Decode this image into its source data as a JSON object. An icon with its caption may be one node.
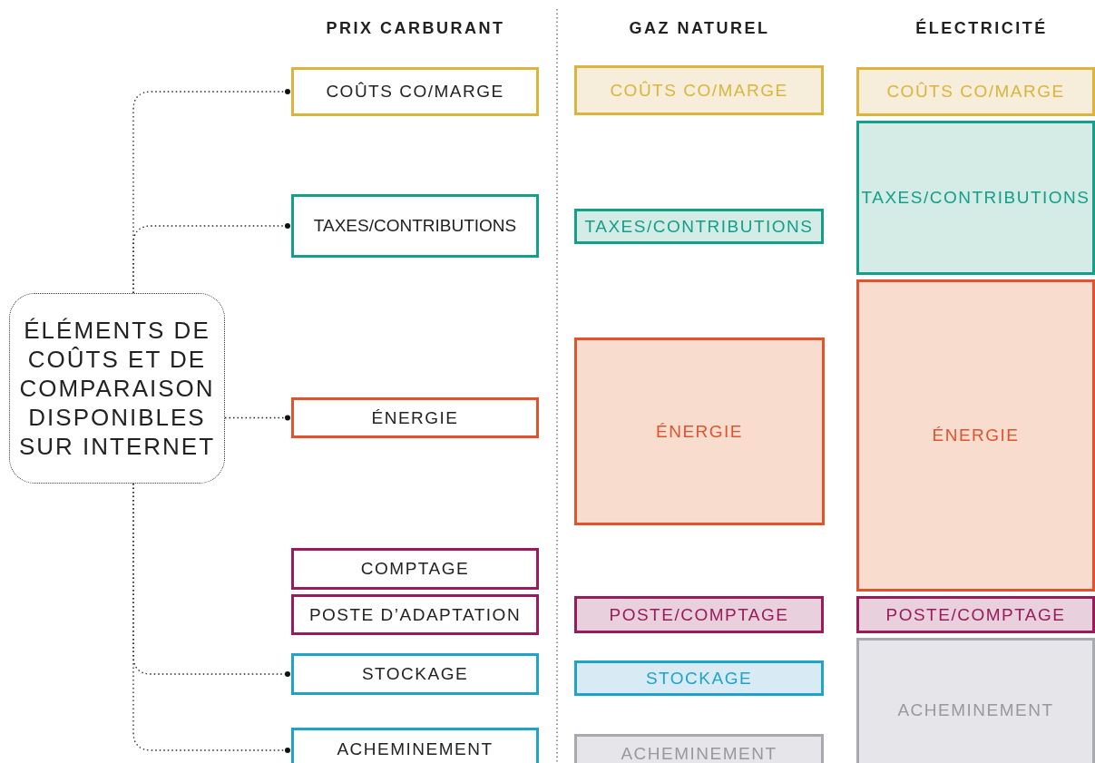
{
  "diagram": {
    "nodes": [
      {
        "text": [
          "ÉLÉMENTS DE COÛTS ET DE COMPARAISON DISPONIBLES SUR INTERNET"
        ]
      },
      {
        "text": [
          "COÛTS CO/MARGE"
        ]
      },
      {
        "text": [
          "TAXES/CONTRIBUTIONS"
        ]
      },
      {
        "text": [
          "ÉNERGIE"
        ]
      },
      {
        "text": [
          "COMPTAGE"
        ]
      },
      {
        "text": [
          "POSTE D’ADAPTATION"
        ]
      },
      {
        "text": [
          "STOCKAGE"
        ]
      },
      {
        "text": [
          "ACHEMINEMENT"
        ]
      },
      {
        "text": [
          "COÛTS CO/MARGE"
        ]
      },
      {
        "text": [
          "TAXES/CONTRIBUTIONS"
        ]
      },
      {
        "text": [
          "ÉNERGIE"
        ]
      },
      {
        "text": [
          "POSTE/COMPTAGE"
        ]
      },
      {
        "text": [
          "STOCKAGE"
        ]
      },
      {
        "text": [
          "ACHEMINEMENT"
        ]
      },
      {
        "text": [
          "COÛTS CO/MARGE"
        ]
      },
      {
        "text": [
          "TAXES/CONTRIBUTIONS"
        ]
      },
      {
        "text": [
          "ÉNERGIE"
        ]
      },
      {
        "text": [
          "POSTE/COMPTAGE"
        ]
      },
      {
        "text": [
          "ACHEMINEMENT"
        ]
      }
    ],
    "edges": [
      {
        "from": 0,
        "to": 1,
        "arrow": "other"
      },
      {
        "from": 0,
        "to": 2,
        "arrow": "other"
      },
      {
        "from": 0,
        "to": 3,
        "arrow": "other"
      },
      {
        "from": 0,
        "to": 6,
        "arrow": "other"
      },
      {
        "from": 0,
        "to": 7,
        "arrow": "other"
      }
    ],
    "labels": [
      "PRIX CARBURANT",
      "GAZ NATUREL",
      "ÉLECTRICITÉ"
    ]
  }
}
